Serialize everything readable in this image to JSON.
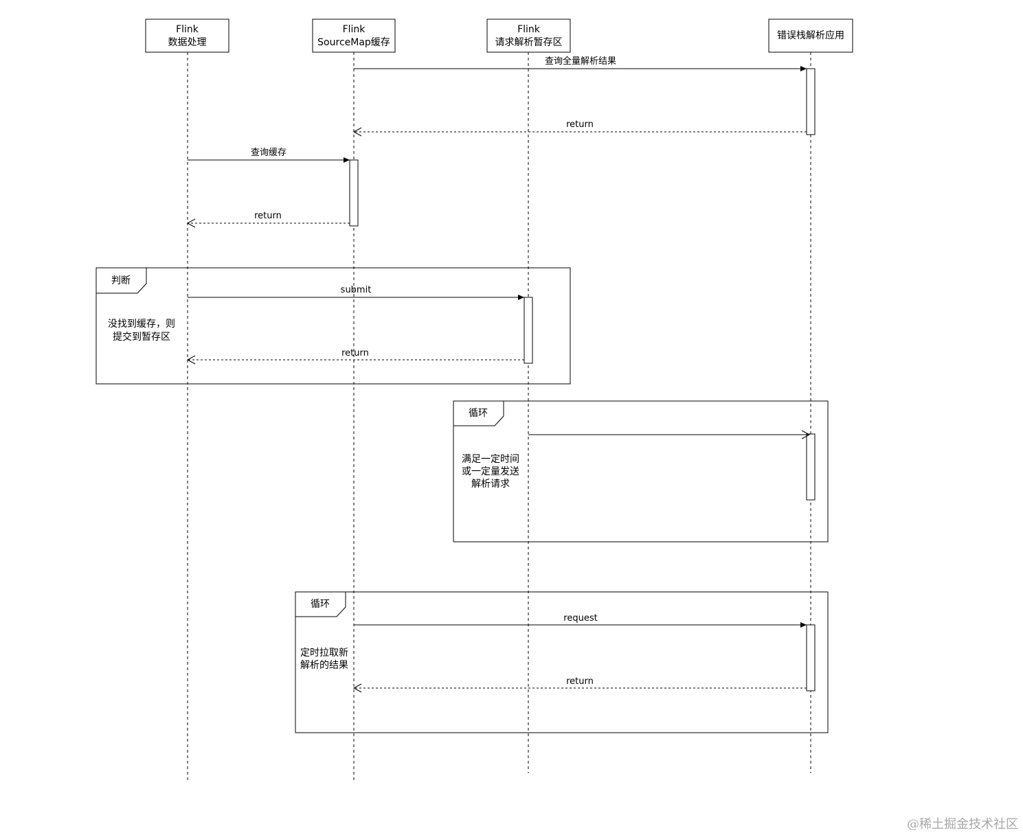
{
  "participants": [
    {
      "id": "flink-process",
      "lines": [
        "Flink",
        "数据处理"
      ]
    },
    {
      "id": "flink-cache",
      "lines": [
        "Flink",
        "SourceMap缓存"
      ]
    },
    {
      "id": "flink-staging",
      "lines": [
        "Flink",
        "请求解析暂存区"
      ]
    },
    {
      "id": "stack-app",
      "lines": [
        "错误栈解析应用"
      ]
    }
  ],
  "messages": {
    "query_all": "查询全量解析结果",
    "return_1": "return",
    "query_cache": "查询缓存",
    "return_2": "return",
    "submit": "submit",
    "return_3": "return",
    "request": "request",
    "return_4": "return"
  },
  "frames": {
    "judge": {
      "label": "判断",
      "guard": [
        "没找到缓存，则",
        "提交到暂存区"
      ]
    },
    "loop1": {
      "label": "循环",
      "guard": [
        "满足一定时间",
        "或一定量发送",
        "解析请求"
      ]
    },
    "loop2": {
      "label": "循环",
      "guard": [
        "定时拉取新",
        "解析的结果"
      ]
    }
  },
  "watermark": "@稀土掘金技术社区",
  "colors": {
    "line": "#000000",
    "watermark": "#a8a8a8"
  }
}
